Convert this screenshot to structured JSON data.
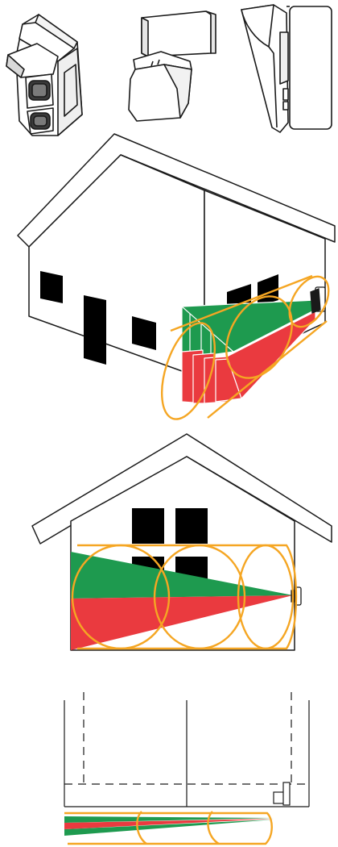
{
  "colors": {
    "background": "#ffffff",
    "outline": "#1a1a1a",
    "window": "#000000",
    "green_zone": "#1e9a4f",
    "red_zone": "#ea3a3f",
    "coverage_outline": "#f5a623",
    "device_body": "#ffffff"
  },
  "figures": [
    {
      "name": "sensor-front-view"
    },
    {
      "name": "sensor-bracket-view"
    },
    {
      "name": "sensor-side-view"
    },
    {
      "name": "house-perspective-view"
    },
    {
      "name": "house-elevation-view"
    },
    {
      "name": "house-plan-view"
    }
  ],
  "zones": [
    {
      "name": "upper-detection-zone",
      "color_key": "green_zone"
    },
    {
      "name": "lower-detection-zone",
      "color_key": "red_zone"
    },
    {
      "name": "coverage-area",
      "color_key": "coverage_outline"
    }
  ]
}
